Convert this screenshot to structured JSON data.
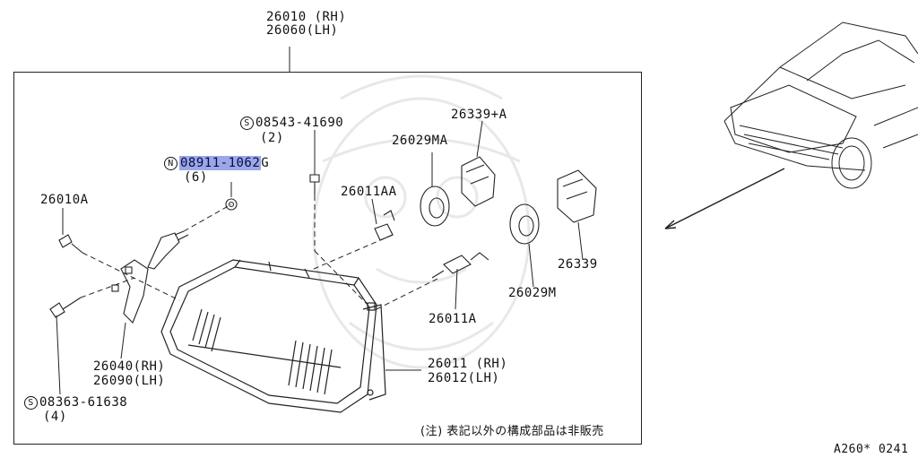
{
  "assembly": {
    "rh": "26010 (RH)",
    "lh": "26060(LH)"
  },
  "parts": {
    "p26010A": "26010A",
    "p26339A": "26339+A",
    "p26029MA": "26029MA",
    "p26011AA": "26011AA",
    "p26339": "26339",
    "p26029M": "26029M",
    "p26011A": "26011A",
    "p26040": "26040(RH)",
    "p26090": "26090(LH)",
    "p26011": "26011 (RH)",
    "p26012": "26012(LH)"
  },
  "screw_s1": {
    "symbol": "S",
    "number": "08543-41690",
    "qty": "(2)"
  },
  "nut_n": {
    "symbol": "N",
    "number_highlighted": "08911-1062",
    "suffix": "G",
    "qty": "(6)"
  },
  "screw_s2": {
    "symbol": "S",
    "number": "08363-61638",
    "qty": "(4)"
  },
  "note": "(注) 表記以外の構成部品は非販売",
  "diagram_code": "A260* 0241",
  "colors": {
    "highlight": "#9aa7e8",
    "line": "#222222"
  }
}
